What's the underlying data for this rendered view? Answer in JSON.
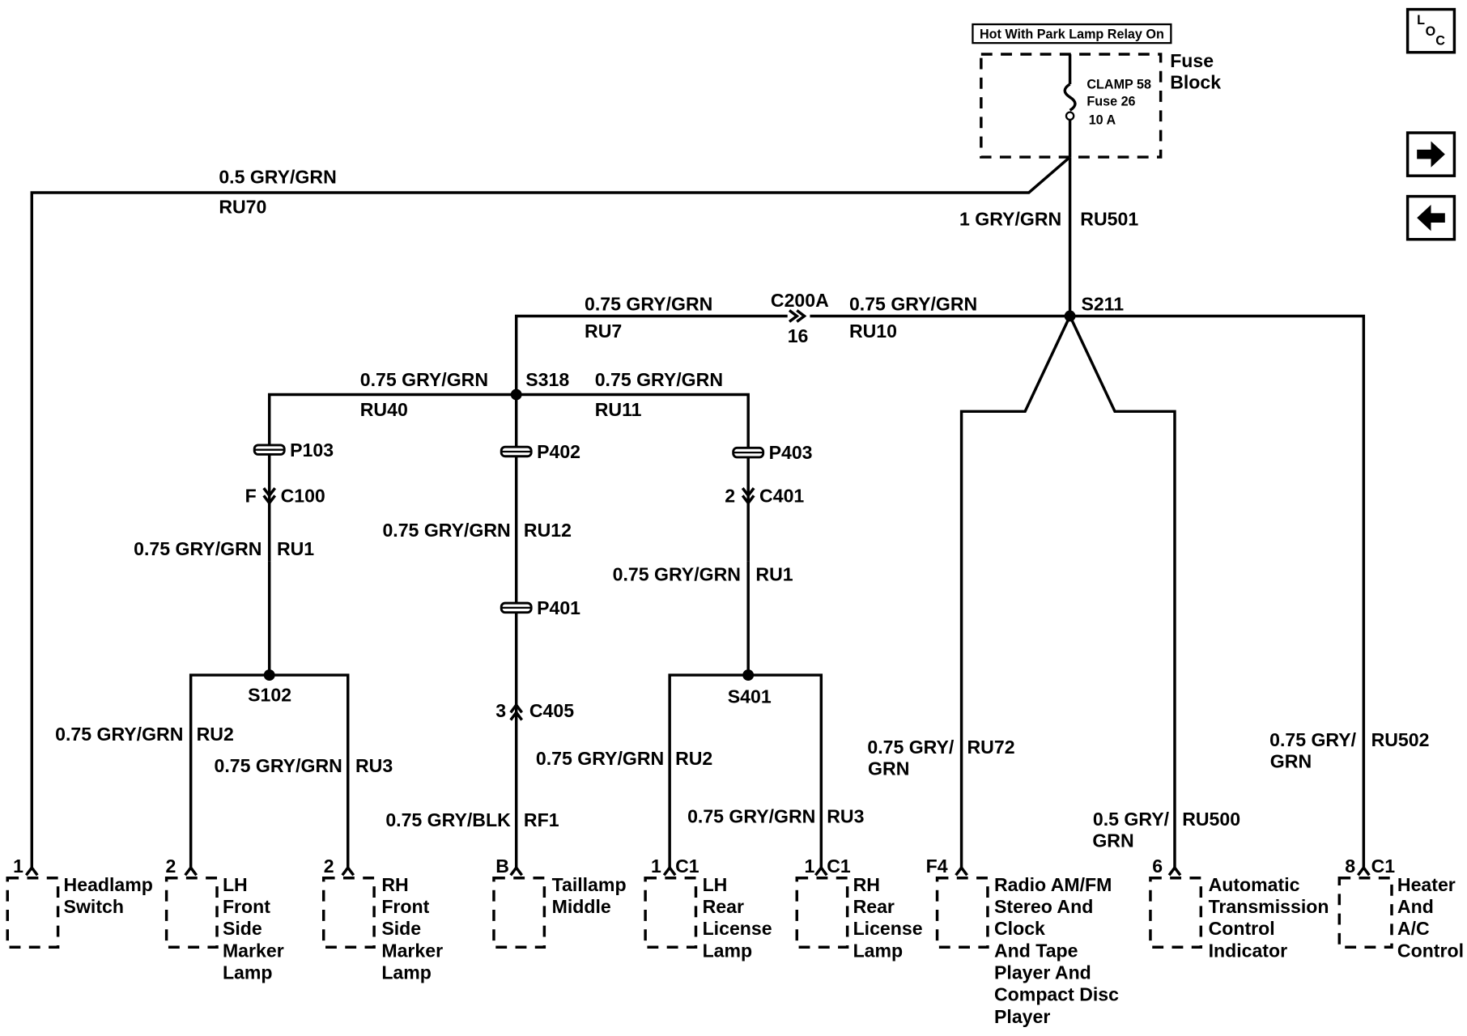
{
  "relay_label": "Hot With Park Lamp Relay On",
  "fuse_block": {
    "line1": "Fuse",
    "line2": "Block",
    "clamp": "CLAMP 58",
    "fuse": "Fuse 26",
    "rating": "10 A"
  },
  "nav": {
    "loc_l": "L",
    "loc_o": "O",
    "loc_c": "C",
    "next": "→",
    "prev": "←"
  },
  "wires": {
    "ru70_size": "0.5 GRY/GRN",
    "ru70_id": "RU70",
    "ru501_size": "1 GRY/GRN",
    "ru501_id": "RU501",
    "ru7_size": "0.75 GRY/GRN",
    "ru7_id": "RU7",
    "c200a": "C200A",
    "c200a_pin": "16",
    "ru10_size": "0.75 GRY/GRN",
    "ru10_id": "RU10",
    "s211": "S211",
    "s318": "S318",
    "ru40_size": "0.75 GRY/GRN",
    "ru40_id": "RU40",
    "ru11_size": "0.75 GRY/GRN",
    "ru11_id": "RU11",
    "p103": "P103",
    "p402": "P402",
    "p403": "P403",
    "p401": "P401",
    "c100_pin": "F",
    "c100": "C100",
    "c401_pin": "2",
    "c401": "C401",
    "ru1a_size": "0.75 GRY/GRN",
    "ru1a_id": "RU1",
    "ru12_size": "0.75 GRY/GRN",
    "ru12_id": "RU12",
    "ru1b_size": "0.75 GRY/GRN",
    "ru1b_id": "RU1",
    "s102": "S102",
    "s401": "S401",
    "c405_pin": "3",
    "c405": "C405",
    "ru2a_size": "0.75 GRY/GRN",
    "ru2a_id": "RU2",
    "ru3a_size": "0.75 GRY/GRN",
    "ru3a_id": "RU3",
    "ru2b_size": "0.75 GRY/GRN",
    "ru2b_id": "RU2",
    "ru3b_size": "0.75 GRY/GRN",
    "ru3b_id": "RU3",
    "rf1_size": "0.75 GRY/BLK",
    "rf1_id": "RF1",
    "ru72_size1": "0.75 GRY/",
    "ru72_size2": "GRN",
    "ru72_id": "RU72",
    "ru500_size1": "0.5 GRY/",
    "ru500_size2": "GRN",
    "ru500_id": "RU500",
    "ru502_size1": "0.75 GRY/",
    "ru502_size2": "GRN",
    "ru502_id": "RU502"
  },
  "components": [
    {
      "pin": "1",
      "lines": [
        "Headlamp",
        "Switch"
      ]
    },
    {
      "pin": "2",
      "lines": [
        "LH",
        "Front",
        "Side",
        "Marker",
        "Lamp"
      ]
    },
    {
      "pin": "2",
      "lines": [
        "RH",
        "Front",
        "Side",
        "Marker",
        "Lamp"
      ]
    },
    {
      "pin": "B",
      "lines": [
        "Taillamp",
        "Middle"
      ]
    },
    {
      "pin": "1",
      "conn": "C1",
      "lines": [
        "LH",
        "Rear",
        "License",
        "Lamp"
      ]
    },
    {
      "pin": "1",
      "conn": "C1",
      "lines": [
        "RH",
        "Rear",
        "License",
        "Lamp"
      ]
    },
    {
      "pin": "F4",
      "lines": [
        "Radio AM/FM",
        "Stereo And",
        "Clock",
        "And Tape",
        "Player And",
        "Compact Disc",
        "Player"
      ]
    },
    {
      "pin": "6",
      "lines": [
        "Automatic",
        "Transmission",
        "Control",
        "Indicator"
      ]
    },
    {
      "pin": "8",
      "conn": "C1",
      "lines": [
        "Heater",
        "And",
        "A/C",
        "Control"
      ]
    }
  ]
}
